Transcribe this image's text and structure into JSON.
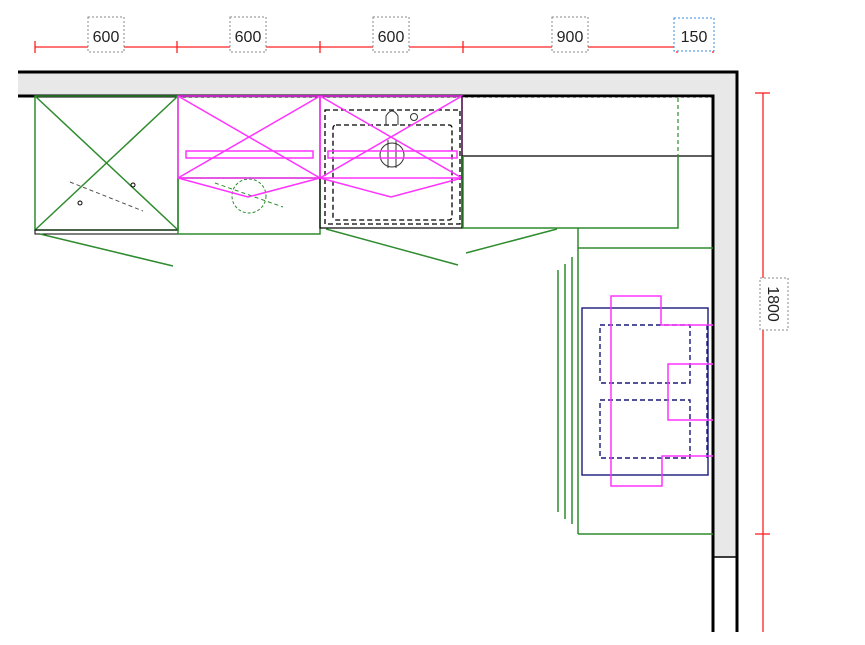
{
  "dimensions": {
    "top": [
      "600",
      "600",
      "600",
      "900",
      "150"
    ],
    "right": "1800"
  },
  "colors": {
    "dimension": "#ff2020",
    "base_cabinet": "#2e8b2e",
    "wall_cabinet": "#ff33ff",
    "appliance": "#1a1a7a",
    "wall_fill": "#e8e8e8",
    "selected_label": "#3a8ee6"
  }
}
